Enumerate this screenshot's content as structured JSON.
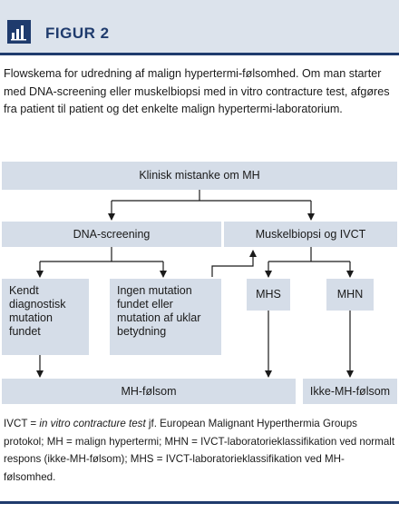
{
  "figure": {
    "label": "FIGUR 2",
    "caption": "Flowskema for udredning af malign hypertermi-følsomhed. Om man starter med DNA-screening eller muskelbiopsi med in vitro contracture test, afgøres fra patient til patient og det enkelte malign hypertermi-laboratorium."
  },
  "nodes": {
    "clinical": "Klinisk mistanke om MH",
    "dna": "DNA-screening",
    "biopsy": "Muskelbiopsi og IVCT",
    "known": [
      "Kendt",
      "diagnostisk",
      "mutation",
      "fundet"
    ],
    "unknown": [
      "Ingen mutation",
      "fundet eller",
      "mutation af uklar",
      "betydning"
    ],
    "mhs": "MHS",
    "mhn": "MHN",
    "susceptible": "MH-følsom",
    "not_susceptible": "Ikke-MH-følsom"
  },
  "footnote": {
    "ivct_abbr": "IVCT = ",
    "ivct_term": "in vitro contracture test",
    "ivct_rest": " jf. European Malignant Hyperthermia Groups protokol;  MH = malign hypertermi;  MHN = IVCT-laboratorieklassifikation ved normalt respons (ikke-MH-følsom);  MHS = IVCT-laboratorieklassifikation ved MH-følsomhed."
  },
  "colors": {
    "navy": "#1f3b6d",
    "box_fill": "#d5dde8",
    "header_fill": "#dce3ec"
  },
  "icons": [
    "bar-chart-icon"
  ]
}
